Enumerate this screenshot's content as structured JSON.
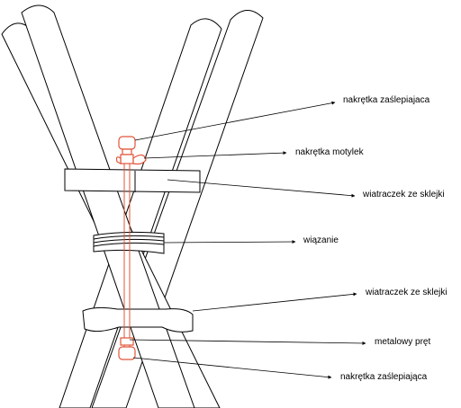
{
  "diagram": {
    "labels": {
      "end_nut_top": "nakrętka zaślepiajaca",
      "wing_nut": "nakrętka motylek",
      "plywood_spinner_top": "wiatraczek ze sklejki",
      "binding": "wiązanie",
      "plywood_spinner_bottom": "wiatraczek ze sklejki",
      "metal_rod": "metalowy pręt",
      "end_nut_bottom": "nakrętka zaślepiająca"
    },
    "colors": {
      "outline": "#000000",
      "hardware": "#e0553a",
      "background": "#ffffff"
    }
  }
}
